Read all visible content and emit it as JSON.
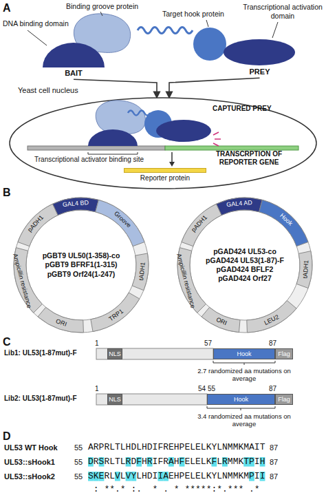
{
  "diagram": {
    "nodes": [
      {
        "text": [
          "BAIT"
        ]
      },
      {
        "text": [
          "PREY"
        ]
      },
      {
        "text": [
          "Yeast cell nucleus"
        ]
      },
      {
        "text": [
          "CAPTURED PREY"
        ],
        "in": 2
      },
      {
        "text": [
          "Reporter protein"
        ],
        "in": 2
      },
      {
        "text": [
          "pGBT9 UL50(1-358)-co",
          "pGBT9 BFRF1(1-315)",
          "pGBT9 Orf24(1-247)"
        ]
      },
      {
        "text": [
          "pGAD424 UL53-co",
          "pGAD424 UL53(1-87)-F",
          "pGAD424 BFLF2",
          "pGAD424 Orf27"
        ]
      },
      {
        "text": [
          "NLS"
        ]
      },
      {
        "text": [
          "Hook"
        ]
      },
      {
        "text": [
          "Flag"
        ]
      },
      {
        "text": [
          "NLS"
        ]
      },
      {
        "text": [
          "Hook"
        ]
      },
      {
        "text": [
          "Flag"
        ]
      }
    ],
    "edges": [
      {
        "from": 0,
        "to": 2,
        "arrow": "to"
      },
      {
        "from": 1,
        "to": 2,
        "arrow": "to"
      }
    ],
    "labels": [
      "A",
      "Binding groove protein",
      "DNA binding domain",
      "Target hook protein",
      "Transcriptional activation domain",
      "Transcriptional activator binding site",
      "TRANSCRPTION OF REPORTER GENE",
      "B",
      "pADH1",
      "GAL4 BD",
      "Groove",
      "tADH1",
      "TRP1",
      "ORI",
      "Ampicillin resistance",
      "pADH1",
      "GAL4 AD",
      "Hook",
      "tADH1",
      "LEU2",
      "ORI",
      "Ampicillin resistance",
      "C",
      "Lib1: UL53(1-87mut)-F",
      "1",
      "57",
      "87",
      "2.7 randomized aa mutations on average",
      "Lib2: UL53(1-87mut)-F",
      "1",
      "54",
      "55",
      "87",
      "3.4 randomized aa mutations on average",
      "D",
      "UL53 WT Hook",
      "55",
      "ARPRLTLHDLHDIFREHPELELKYLNMMKMAIT",
      "87",
      "UL53::sHook1",
      "55",
      "DRSRLTLRDFHRIFRAHFELELKFLRMMKTPIH",
      "87",
      "UL53::sHook2",
      "55",
      "SKERLVLVYLHDIIAEHPELELKYLNMMKMPII",
      "87",
      " : **.* :.  * . * *****:*.*** .*"
    ]
  }
}
